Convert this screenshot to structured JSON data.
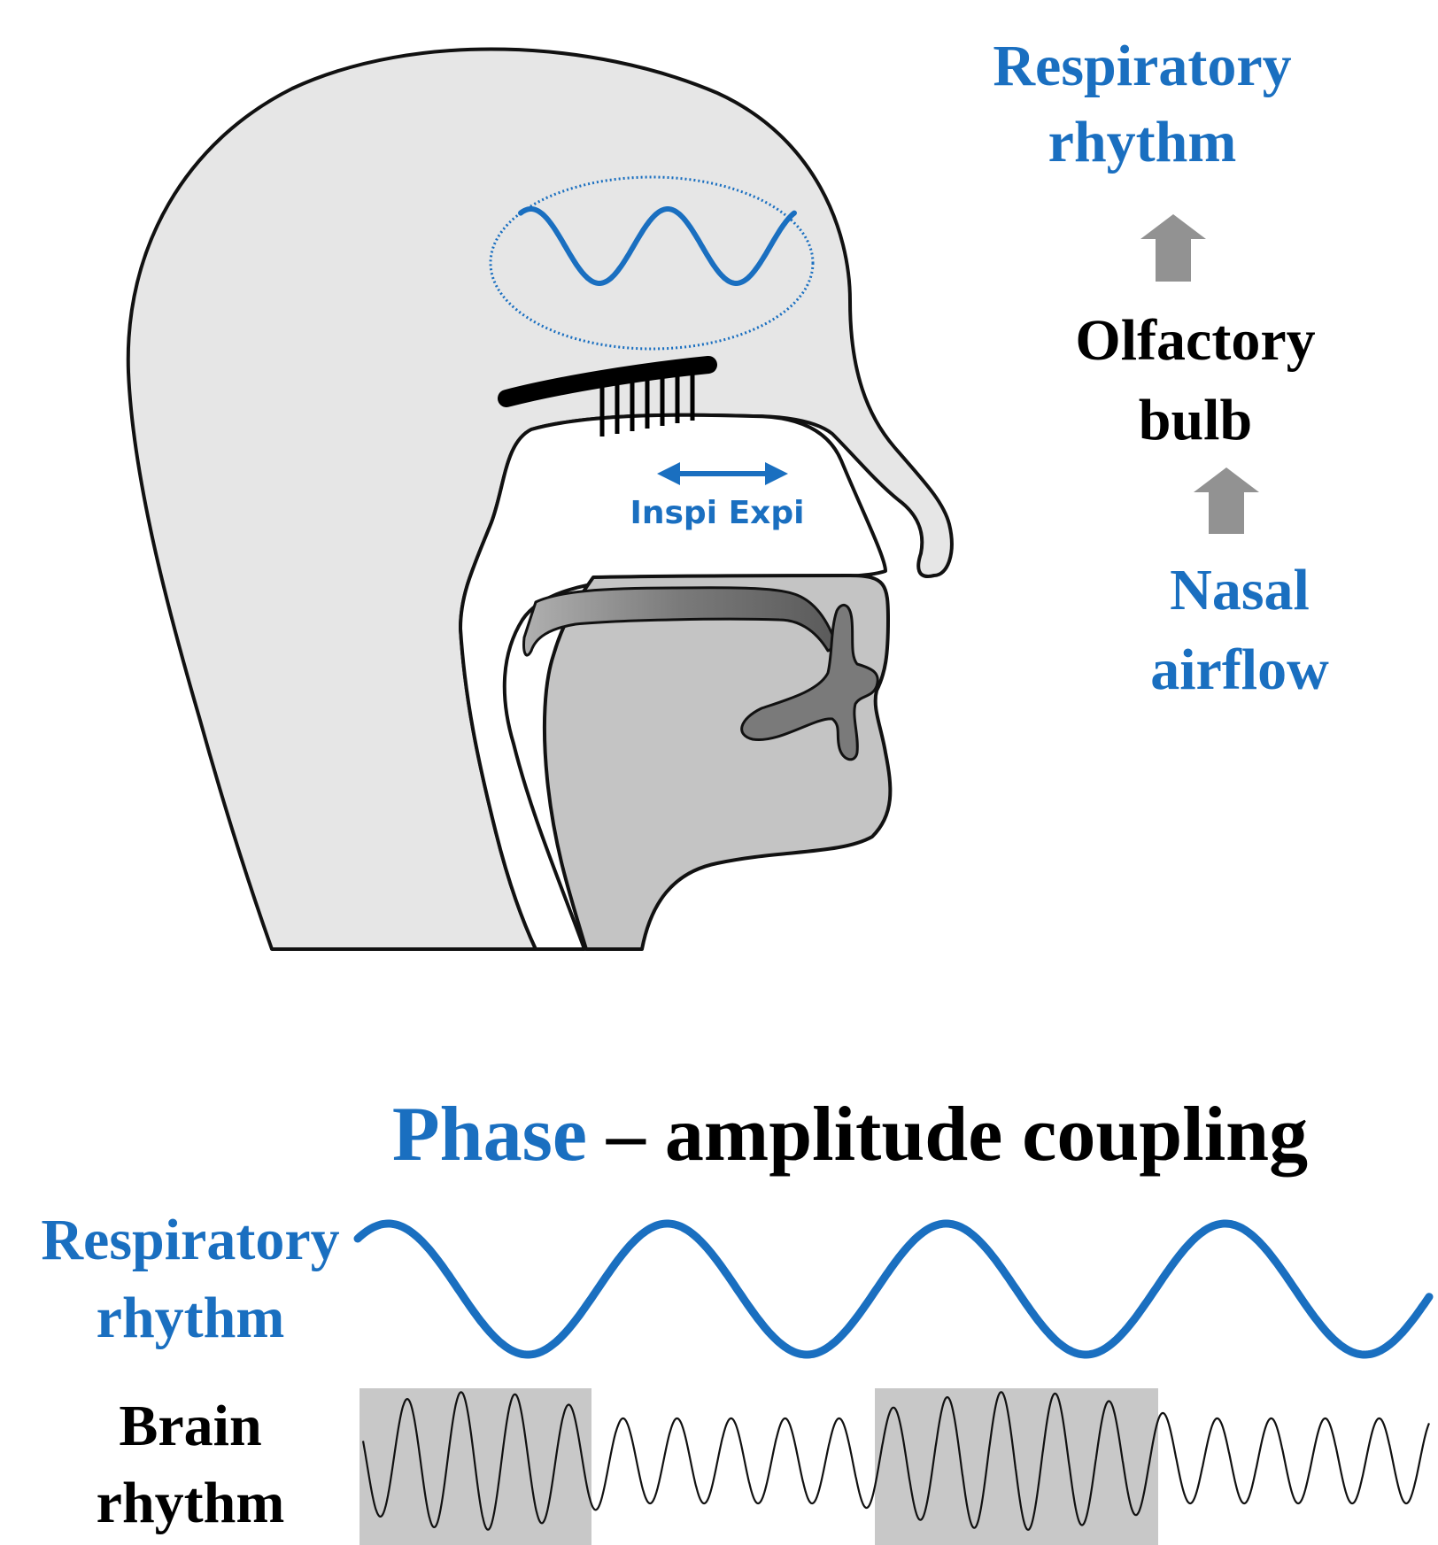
{
  "colors": {
    "blue": "#1a6fc0",
    "head_fill": "#e6e6e6",
    "mouth_fill": "#c4c4c4",
    "shade": "#c8c8c8",
    "arrow_gray": "#929292"
  },
  "head_labels": {
    "airflow_direction": "Inspi Expi"
  },
  "pathway": {
    "top_line1": "Respiratory",
    "top_line2": "rhythm",
    "middle_line1": "Olfactory",
    "middle_line2": "bulb",
    "bottom_line1": "Nasal",
    "bottom_line2": "airflow"
  },
  "coupling": {
    "title_phase": "Phase",
    "title_rest": "– amplitude coupling",
    "resp_label_line1": "Respiratory",
    "resp_label_line2": "rhythm",
    "brain_label_line1": "Brain",
    "brain_label_line2": "rhythm",
    "respiratory_cycles": 4,
    "high_amplitude_windows": [
      1,
      3
    ]
  }
}
